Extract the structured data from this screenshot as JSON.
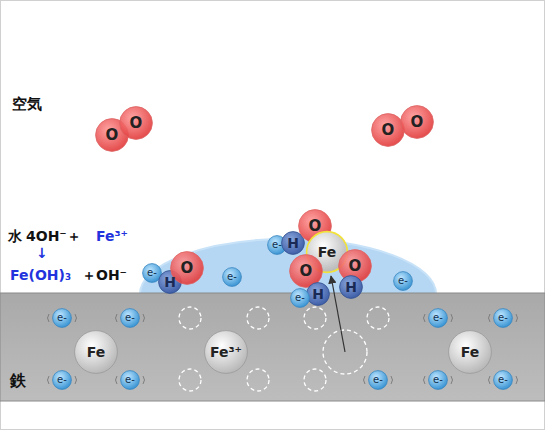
{
  "diagram": {
    "nodes": [
      {
        "text": [
          "O"
        ]
      },
      {
        "text": [
          "O"
        ]
      },
      {
        "text": [
          "O"
        ]
      },
      {
        "text": [
          "O"
        ]
      },
      {
        "text": [
          "e-"
        ]
      },
      {
        "text": [
          "H"
        ]
      },
      {
        "text": [
          "O"
        ]
      },
      {
        "text": [
          "e-"
        ]
      },
      {
        "text": [
          "e-"
        ]
      },
      {
        "text": [
          "H"
        ]
      },
      {
        "text": [
          "O"
        ]
      },
      {
        "text": [
          "Fe"
        ]
      },
      {
        "text": [
          "O"
        ]
      },
      {
        "text": [
          "O"
        ]
      },
      {
        "text": [
          "H"
        ]
      },
      {
        "text": [
          "H"
        ]
      },
      {
        "text": [
          "e-"
        ]
      },
      {
        "text": [
          "e-"
        ]
      },
      {
        "text": [
          "e-"
        ]
      },
      {
        "text": [
          "e-"
        ]
      },
      {
        "text": [
          "Fe"
        ]
      },
      {
        "text": [
          "e-"
        ]
      },
      {
        "text": [
          "e-"
        ]
      },
      {
        "text": [
          "Fe³⁺"
        ]
      },
      {
        "text": [
          "e-"
        ]
      },
      {
        "text": [
          "e-"
        ]
      },
      {
        "text": [
          "Fe"
        ]
      },
      {
        "text": [
          "e-"
        ]
      },
      {
        "text": [
          "e-"
        ]
      },
      {
        "text": [
          "e-"
        ]
      }
    ],
    "labels": [
      "空気",
      "水",
      "4OH⁻＋",
      "Fe³⁺",
      "↓",
      "Fe(OH)₃",
      "＋OH⁻",
      "鉄"
    ]
  }
}
